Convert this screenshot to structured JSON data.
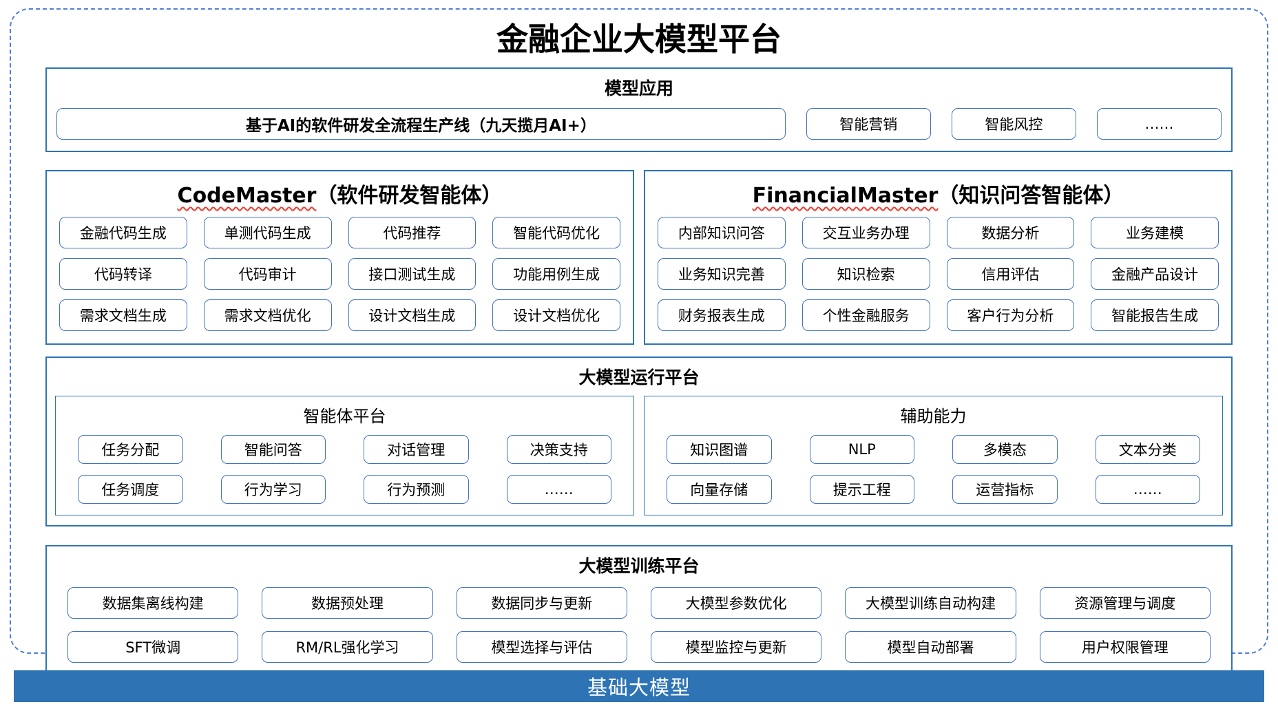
{
  "title": "金融企业大模型平台",
  "colors": {
    "accent": "#2E74B5",
    "item_border": "#4273bf",
    "dashed_border": "#4f7ed9",
    "wavy_underline": "#f03b2e",
    "foundation_bg": "#2E74B5",
    "foundation_text": "#ffffff"
  },
  "model_app": {
    "header": "模型应用",
    "pipeline": "基于AI的软件研发全流程生产线（九天揽月AI+）",
    "items": [
      "智能营销",
      "智能风控",
      "……"
    ]
  },
  "agents": [
    {
      "name": "CodeMaster",
      "suffix": "（软件研发智能体）",
      "items": [
        "金融代码生成",
        "单测代码生成",
        "代码推荐",
        "智能代码优化",
        "代码转译",
        "代码审计",
        "接口测试生成",
        "功能用例生成",
        "需求文档生成",
        "需求文档优化",
        "设计文档生成",
        "设计文档优化"
      ]
    },
    {
      "name": "FinancialMaster",
      "suffix": "（知识问答智能体）",
      "items": [
        "内部知识问答",
        "交互业务办理",
        "数据分析",
        "业务建模",
        "业务知识完善",
        "知识检索",
        "信用评估",
        "金融产品设计",
        "财务报表生成",
        "个性金融服务",
        "客户行为分析",
        "智能报告生成"
      ]
    }
  ],
  "runtime": {
    "header": "大模型运行平台",
    "groups": [
      {
        "title": "智能体平台",
        "items": [
          "任务分配",
          "智能问答",
          "对话管理",
          "决策支持",
          "任务调度",
          "行为学习",
          "行为预测",
          "……"
        ]
      },
      {
        "title": "辅助能力",
        "items": [
          "知识图谱",
          "NLP",
          "多模态",
          "文本分类",
          "向量存储",
          "提示工程",
          "运营指标",
          "……"
        ]
      }
    ]
  },
  "training": {
    "header": "大模型训练平台",
    "items": [
      "数据集离线构建",
      "数据预处理",
      "数据同步与更新",
      "大模型参数优化",
      "大模型训练自动构建",
      "资源管理与调度",
      "SFT微调",
      "RM/RL强化学习",
      "模型选择与评估",
      "模型监控与更新",
      "模型自动部署",
      "用户权限管理"
    ]
  },
  "foundation": {
    "label": "基础大模型"
  }
}
